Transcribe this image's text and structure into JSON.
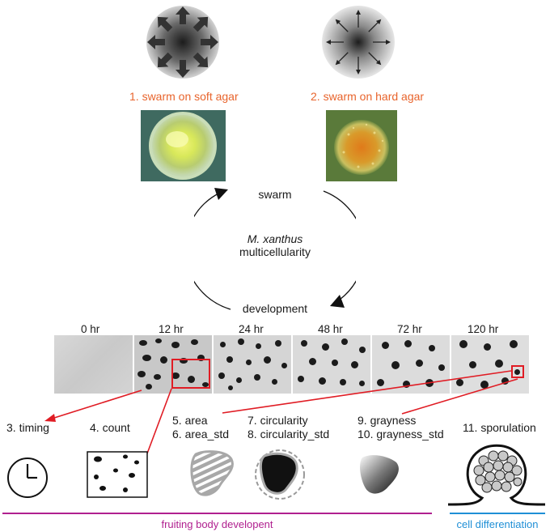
{
  "swarm_modes": [
    {
      "label": "1. swarm on soft agar"
    },
    {
      "label": "2. swarm on hard agar"
    }
  ],
  "cycle": {
    "top": "swarm",
    "center_italic": "M. xanthus",
    "center": "multicellularity",
    "bottom": "development"
  },
  "time_points": [
    "0 hr",
    "12 hr",
    "24 hr",
    "48 hr",
    "72 hr",
    "120 hr"
  ],
  "metrics": {
    "timing": "3. timing",
    "count": "4. count",
    "area": "5. area",
    "area_std": "6. area_std",
    "circularity": "7. circularity",
    "circularity_std": "8. circularity_std",
    "grayness": "9. grayness",
    "grayness_std": "10. grayness_std",
    "sporulation": "11. sporulation"
  },
  "categories": {
    "fruiting": "fruiting body developent",
    "differentiation": "cell differentiation"
  },
  "colors": {
    "orange": "#e8642c",
    "magenta": "#b0208f",
    "blue": "#1f8fd6",
    "red_arrow": "#e01c24"
  }
}
